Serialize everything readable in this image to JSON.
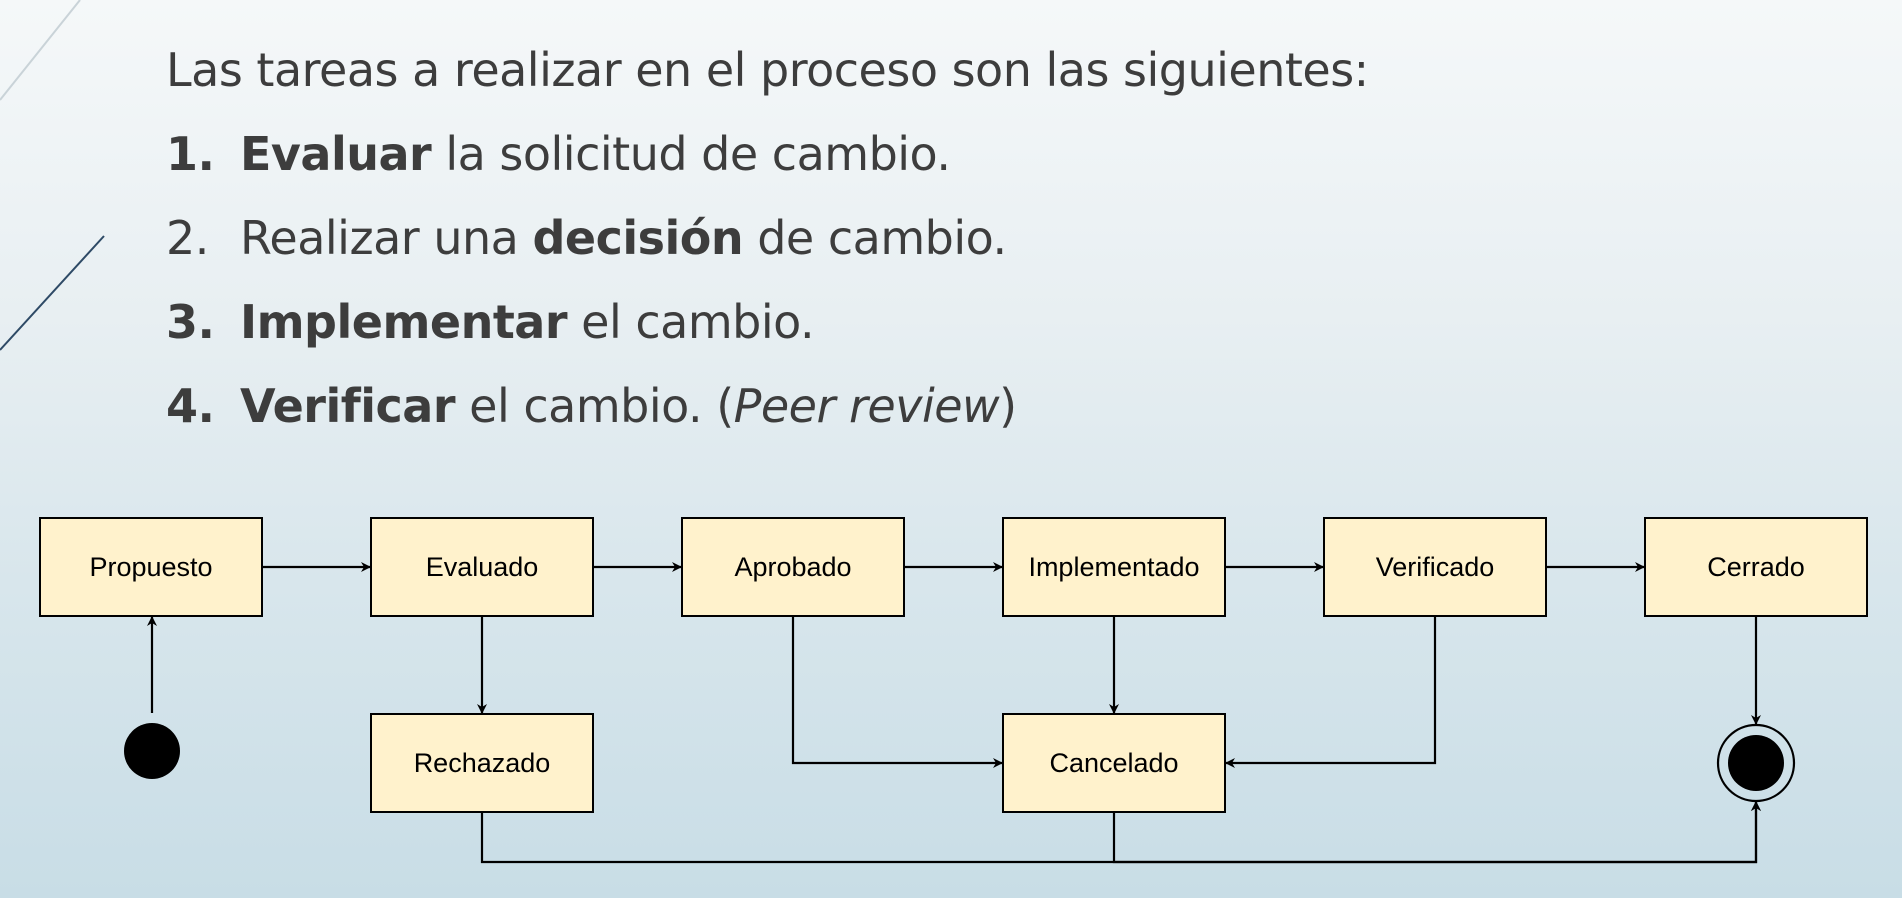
{
  "intro": "Las tareas a realizar en el proceso son las siguientes:",
  "tasks": [
    {
      "num": "1.",
      "num_bold": true,
      "parts": [
        {
          "t": "Evaluar",
          "b": true
        },
        {
          "t": " la solicitud de cambio."
        }
      ]
    },
    {
      "num": "2.",
      "num_bold": false,
      "parts": [
        {
          "t": "Realizar una "
        },
        {
          "t": "decisión",
          "b": true
        },
        {
          "t": " de cambio."
        }
      ]
    },
    {
      "num": "3.",
      "num_bold": true,
      "parts": [
        {
          "t": "Implementar",
          "b": true
        },
        {
          "t": " el cambio."
        }
      ]
    },
    {
      "num": "4.",
      "num_bold": true,
      "parts": [
        {
          "t": "Verificar",
          "b": true
        },
        {
          "t": " el cambio. ("
        },
        {
          "t": "Peer review",
          "i": true
        },
        {
          "t": ")"
        }
      ]
    }
  ],
  "diagram": {
    "states": {
      "propuesto": "Propuesto",
      "evaluado": "Evaluado",
      "aprobado": "Aprobado",
      "implementado": "Implementado",
      "verificado": "Verificado",
      "cerrado": "Cerrado",
      "rechazado": "Rechazado",
      "cancelado": "Cancelado"
    },
    "transitions": [
      [
        "initial",
        "propuesto"
      ],
      [
        "propuesto",
        "evaluado"
      ],
      [
        "evaluado",
        "aprobado"
      ],
      [
        "aprobado",
        "implementado"
      ],
      [
        "implementado",
        "verificado"
      ],
      [
        "verificado",
        "cerrado"
      ],
      [
        "evaluado",
        "rechazado"
      ],
      [
        "aprobado",
        "cancelado"
      ],
      [
        "implementado",
        "cancelado"
      ],
      [
        "verificado",
        "cancelado"
      ],
      [
        "cerrado",
        "final"
      ],
      [
        "rechazado",
        "final"
      ],
      [
        "cancelado",
        "final"
      ]
    ],
    "colors": {
      "state_fill": "#fff2cc",
      "line": "#000000",
      "text": "#3d3d3d"
    }
  }
}
